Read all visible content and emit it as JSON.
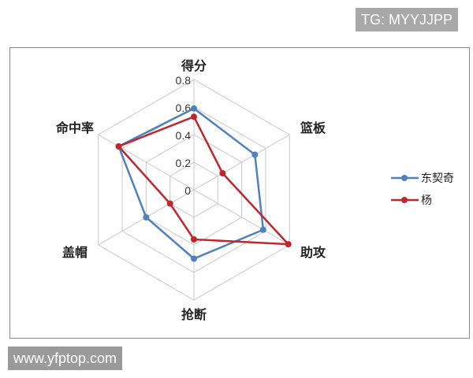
{
  "watermarks": {
    "top": "TG: MYYJJPP",
    "bottom": "www.yfptop.com"
  },
  "chart_data": {
    "type": "radar",
    "categories": [
      "得分",
      "篮板",
      "助攻",
      "抢断",
      "盖帽",
      "命中率"
    ],
    "ticks": [
      "0",
      "0.2",
      "0.4",
      "0.6",
      "0.8"
    ],
    "rlim": [
      0,
      0.8
    ],
    "grid": true,
    "legend": "right",
    "series": [
      {
        "name": "东契奇",
        "color": "#4f81bd",
        "values": [
          0.59,
          0.51,
          0.58,
          0.5,
          0.4,
          0.63
        ]
      },
      {
        "name": "杨",
        "color": "#c0272d",
        "values": [
          0.53,
          0.24,
          0.79,
          0.36,
          0.2,
          0.63
        ]
      }
    ]
  }
}
